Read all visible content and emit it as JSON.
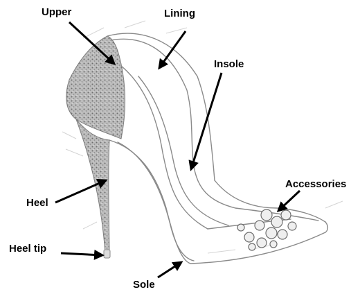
{
  "labels": {
    "upper": "Upper",
    "lining": "Lining",
    "insole": "Insole",
    "accessories": "Accessories",
    "heel": "Heel",
    "heel_tip": "Heel tip",
    "sole": "Sole"
  },
  "colors": {
    "sketch_line": "#8a8a8a",
    "glitter": "#9a9a9a",
    "arrow": "#000000",
    "label": "#000000"
  }
}
